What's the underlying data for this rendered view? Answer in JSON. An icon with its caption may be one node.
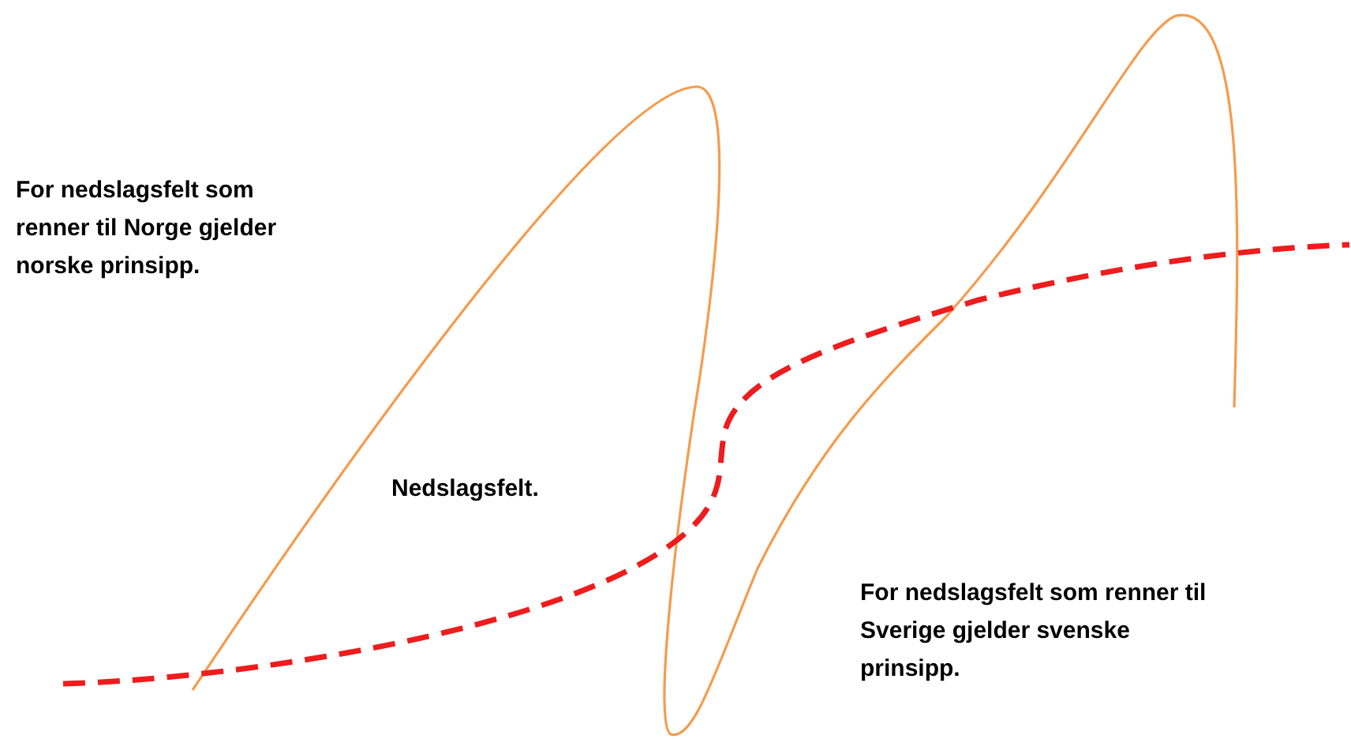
{
  "diagram": {
    "labels": [
      "For nedslagsfelt som renner til Norge gjelder norske prinsipp.",
      "Nedslagsfelt.",
      "For nedslagsfelt som renner til Sverige gjelder svenske prinsipp."
    ]
  }
}
